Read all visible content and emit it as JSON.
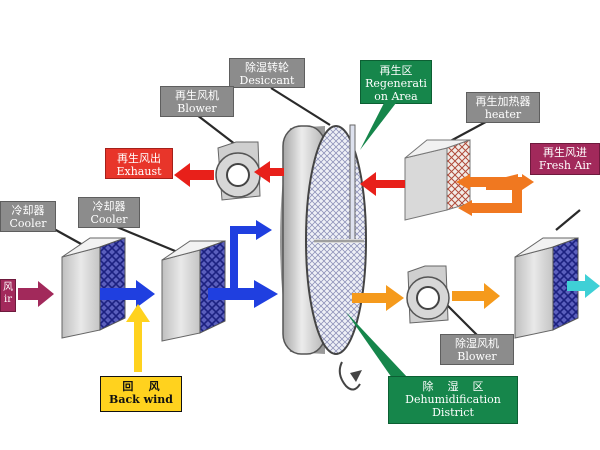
{
  "labels": {
    "desiccant": {
      "zh": "除湿转轮",
      "en": "Desiccant"
    },
    "regeneration_area": {
      "zh": "再生区",
      "en1": "Regenerati",
      "en2": "on Area"
    },
    "regen_blower": {
      "zh": "再生风机",
      "en": "Blower"
    },
    "heater": {
      "zh": "再生加热器",
      "en": "heater"
    },
    "exhaust": {
      "zh": "再生风出",
      "en": "Exhaust"
    },
    "fresh_air": {
      "zh": "再生风进",
      "en": "Fresh Air"
    },
    "cooler_left": {
      "zh": "冷却器",
      "en": "Cooler"
    },
    "cooler_mid": {
      "zh": "冷却器",
      "en": "Cooler"
    },
    "air_in": {
      "zh": "风",
      "en": "ir"
    },
    "back_wind": {
      "zh": "回    风",
      "en": "Back wind"
    },
    "process_blower": {
      "zh": "除湿风机",
      "en": "Blower"
    },
    "dehumid_district": {
      "zh": "除    湿    区",
      "en1": "Dehumidification",
      "en2": "District"
    }
  },
  "colors": {
    "exhaust_arrow": "#e8201a",
    "regen_arrow": "#f07820",
    "process_arrow": "#1f3fe0",
    "return_arrow": "#ffd21e",
    "dry_arrow": "#f59a1c",
    "supply_arrow": "#3fd0d6",
    "inlet_arrow": "#a2295b"
  }
}
